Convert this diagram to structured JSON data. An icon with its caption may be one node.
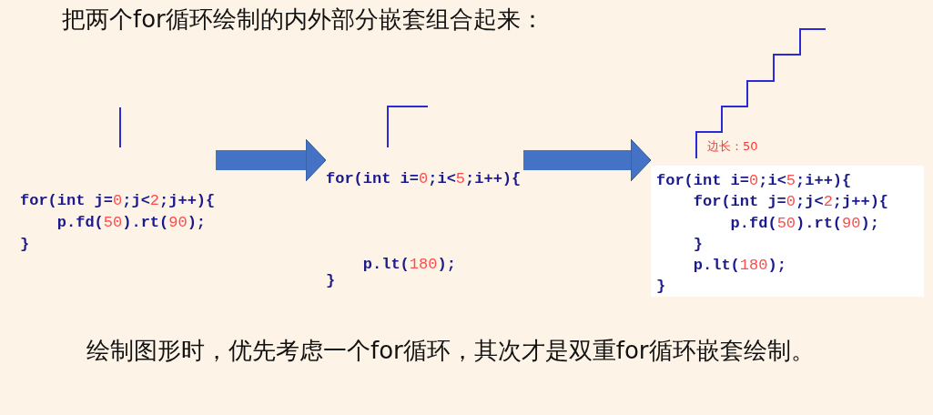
{
  "diagram": {
    "title": "把两个for循环绘制的内外部分嵌套组合起来：",
    "caption": "绘制图形时，优先考虑一个for循环，其次才是双重for循环嵌套绘制。",
    "nodes": [
      {
        "text": [
          "for(int j=0;j<2;j++){",
          "    p.fd(50).rt(90);",
          "}"
        ]
      },
      {
        "text": [
          "for(int i=0;i<5;i++){",
          "    p.lt(180);",
          "}"
        ]
      },
      {
        "text": [
          "for(int i=0;i<5;i++){",
          "    for(int j=0;j<2;j++){",
          "        p.fd(50).rt(90);",
          "    }",
          "    p.lt(180);",
          "}"
        ]
      }
    ],
    "edges": [
      {
        "from": 0,
        "to": 1,
        "arrow": "to"
      },
      {
        "from": 1,
        "to": 2,
        "arrow": "to"
      }
    ],
    "labels": [
      "边长：50"
    ]
  }
}
